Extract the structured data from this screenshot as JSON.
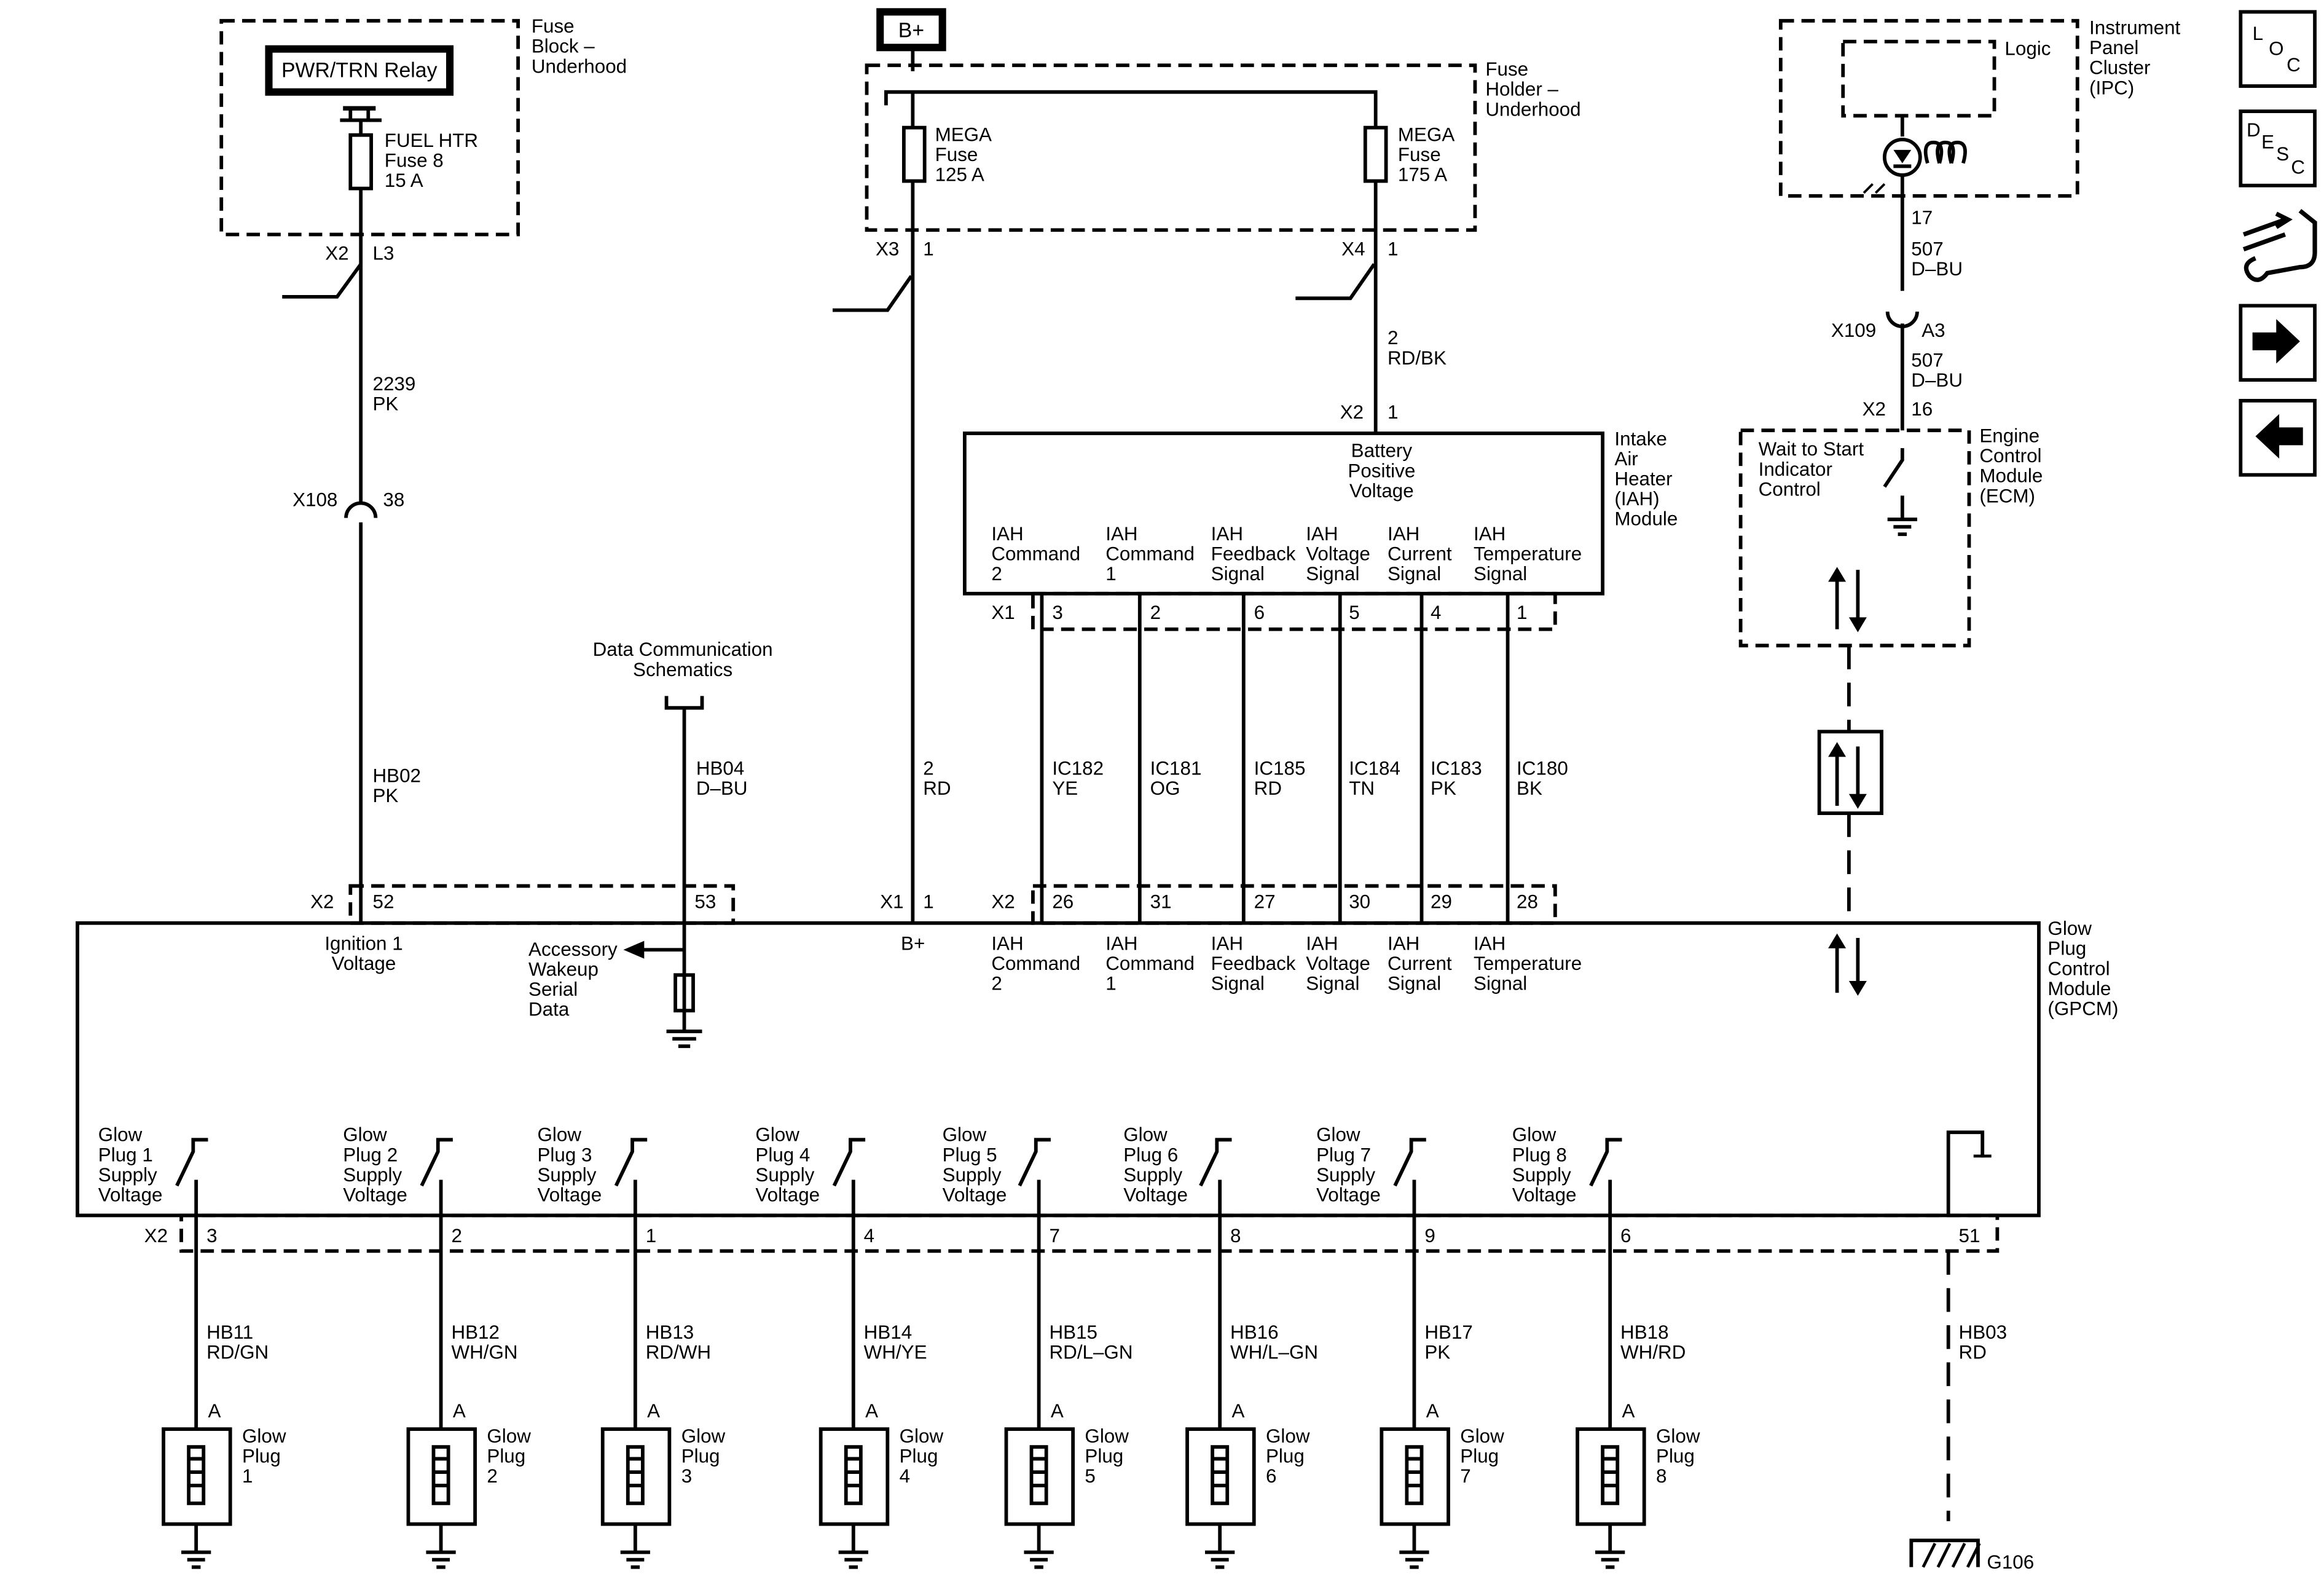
{
  "fuse_block": {
    "label": [
      "Fuse",
      "Block –",
      "Underhood"
    ],
    "relay": "PWR/TRN Relay",
    "fuse": [
      "FUEL HTR",
      "Fuse 8",
      "15 A"
    ],
    "conn": "X2",
    "pin": "L3"
  },
  "wire_2239": [
    "2239",
    "PK"
  ],
  "x108": {
    "conn": "X108",
    "pin": "38"
  },
  "wire_hb02": [
    "HB02",
    "PK"
  ],
  "data_comm": [
    "Data Communication",
    "Schematics"
  ],
  "wire_hb04": [
    "HB04",
    "D–BU"
  ],
  "bplus": "B+",
  "fuse_holder": {
    "label": [
      "Fuse",
      "Holder –",
      "Underhood"
    ],
    "fuse_a": [
      "MEGA",
      "Fuse",
      "125 A"
    ],
    "fuse_b": [
      "MEGA",
      "Fuse",
      "175 A"
    ],
    "conn_a": "X3",
    "pin_a": "1",
    "conn_b": "X4",
    "pin_b": "1"
  },
  "wire_2rd": [
    "2",
    "RD"
  ],
  "wire_2rdbk": [
    "2",
    "RD/BK"
  ],
  "iah": {
    "label": [
      "Intake",
      "Air",
      "Heater",
      "(IAH)",
      "Module"
    ],
    "conn_top": "X2",
    "pin_top": "1",
    "bpv": [
      "Battery",
      "Positive",
      "Voltage"
    ],
    "conn_bottom": "X1"
  },
  "signal_labels": [
    [
      "IAH",
      "Command",
      "2"
    ],
    [
      "IAH",
      "Command",
      "1"
    ],
    [
      "IAH",
      "Feedback",
      "Signal"
    ],
    [
      "IAH",
      "Voltage",
      "Signal"
    ],
    [
      "IAH",
      "Current",
      "Signal"
    ],
    [
      "IAH",
      "Temperature",
      "Signal"
    ]
  ],
  "iah_pins": [
    "3",
    "2",
    "6",
    "5",
    "4",
    "1"
  ],
  "iah_wires": [
    [
      "IC182",
      "YE"
    ],
    [
      "IC181",
      "OG"
    ],
    [
      "IC185",
      "RD"
    ],
    [
      "IC184",
      "TN"
    ],
    [
      "IC183",
      "PK"
    ],
    [
      "IC180",
      "BK"
    ]
  ],
  "gpcm": {
    "label": [
      "Glow",
      "Plug",
      "Control",
      "Module",
      "(GPCM)"
    ],
    "conn_x2": "X2",
    "pin_52": "52",
    "pin_53": "53",
    "conn_x1": "X1",
    "pin_1": "1",
    "pins_top": [
      "26",
      "31",
      "27",
      "30",
      "29",
      "28"
    ],
    "ign": [
      "Ignition 1",
      "Voltage"
    ],
    "acc": [
      "Accessory",
      "Wakeup",
      "Serial",
      "Data"
    ],
    "bplus": "B+"
  },
  "ipc": {
    "label": [
      "Instrument",
      "Panel",
      "Cluster",
      "(IPC)"
    ],
    "logic": "Logic",
    "pin": "17"
  },
  "wire_507a": [
    "507",
    "D–BU"
  ],
  "x109": {
    "conn": "X109",
    "pin": "A3"
  },
  "wire_507b": [
    "507",
    "D–BU"
  ],
  "ecm": {
    "label": [
      "Engine",
      "Control",
      "Module",
      "(ECM)"
    ],
    "conn": "X2",
    "pin": "16",
    "wts": [
      "Wait to Start",
      "Indicator",
      "Control"
    ]
  },
  "plugs": [
    {
      "supply": [
        "Glow",
        "Plug 1",
        "Supply",
        "Voltage"
      ],
      "pin": "3",
      "wire": [
        "HB11",
        "RD/GN"
      ],
      "name": [
        "Glow",
        "Plug",
        "1"
      ]
    },
    {
      "supply": [
        "Glow",
        "Plug 2",
        "Supply",
        "Voltage"
      ],
      "pin": "2",
      "wire": [
        "HB12",
        "WH/GN"
      ],
      "name": [
        "Glow",
        "Plug",
        "2"
      ]
    },
    {
      "supply": [
        "Glow",
        "Plug 3",
        "Supply",
        "Voltage"
      ],
      "pin": "1",
      "wire": [
        "HB13",
        "RD/WH"
      ],
      "name": [
        "Glow",
        "Plug",
        "3"
      ]
    },
    {
      "supply": [
        "Glow",
        "Plug 4",
        "Supply",
        "Voltage"
      ],
      "pin": "4",
      "wire": [
        "HB14",
        "WH/YE"
      ],
      "name": [
        "Glow",
        "Plug",
        "4"
      ]
    },
    {
      "supply": [
        "Glow",
        "Plug 5",
        "Supply",
        "Voltage"
      ],
      "pin": "7",
      "wire": [
        "HB15",
        "RD/L–GN"
      ],
      "name": [
        "Glow",
        "Plug",
        "5"
      ]
    },
    {
      "supply": [
        "Glow",
        "Plug 6",
        "Supply",
        "Voltage"
      ],
      "pin": "8",
      "wire": [
        "HB16",
        "WH/L–GN"
      ],
      "name": [
        "Glow",
        "Plug",
        "6"
      ]
    },
    {
      "supply": [
        "Glow",
        "Plug 7",
        "Supply",
        "Voltage"
      ],
      "pin": "9",
      "wire": [
        "HB17",
        "PK"
      ],
      "name": [
        "Glow",
        "Plug",
        "7"
      ]
    },
    {
      "supply": [
        "Glow",
        "Plug 8",
        "Supply",
        "Voltage"
      ],
      "pin": "6",
      "wire": [
        "HB18",
        "WH/RD"
      ],
      "name": [
        "Glow",
        "Plug",
        "8"
      ]
    }
  ],
  "plug_terminal": "A",
  "bottom_conn": "X2",
  "ground": {
    "pin": "51",
    "wire": [
      "HB03",
      "RD"
    ],
    "name": "G106"
  },
  "nav": {
    "loc": [
      "L",
      "O",
      "C"
    ],
    "desc": [
      "D",
      "E",
      "S",
      "C"
    ]
  }
}
